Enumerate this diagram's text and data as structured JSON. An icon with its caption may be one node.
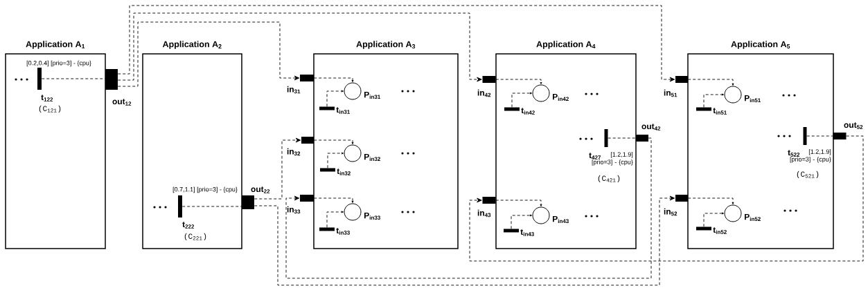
{
  "diagram": {
    "nodes": [
      {
        "text": [
          "Application A$_{1}$"
        ]
      },
      {
        "text": [
          "t$_{122}$"
        ],
        "beside": [
          "[0.2,0.4] [prio=3] - {cpu}",
          "(C$_{121}$)"
        ],
        "in": 0
      },
      {
        "text": [
          "out$_{12}$"
        ]
      },
      {
        "text": [
          "Application A$_{2}$"
        ]
      },
      {
        "text": [
          "t$_{222}$"
        ],
        "beside": [
          "[0.7,1.1] [prio=3] - {cpu}",
          "(C$_{221}$)"
        ],
        "in": 3
      },
      {
        "text": [
          "out$_{22}$"
        ]
      },
      {
        "text": [
          "Application A$_{3}$"
        ]
      },
      {
        "text": [
          "in$_{31}$"
        ]
      },
      {
        "text": [
          "P$_{in31}$"
        ],
        "in": 6
      },
      {
        "text": [
          "t$_{in31}$"
        ],
        "in": 6
      },
      {
        "text": [
          "in$_{32}$"
        ]
      },
      {
        "text": [
          "P$_{in32}$"
        ],
        "in": 6
      },
      {
        "text": [
          "t$_{in32}$"
        ],
        "in": 6
      },
      {
        "text": [
          "in$_{33}$"
        ]
      },
      {
        "text": [
          "P$_{in33}$"
        ],
        "in": 6
      },
      {
        "text": [
          "t$_{in33}$"
        ],
        "in": 6
      },
      {
        "text": [
          "Application A$_{4}$"
        ]
      },
      {
        "text": [
          "in$_{42}$"
        ]
      },
      {
        "text": [
          "P$_{in42}$"
        ],
        "in": 16
      },
      {
        "text": [
          "t$_{in42}$"
        ],
        "in": 16
      },
      {
        "text": [
          "t$_{427}$"
        ],
        "beside": [
          "[1.2,1.9] [prio=3] - {cpu}",
          "(C$_{421}$)"
        ],
        "in": 16
      },
      {
        "text": [
          "out$_{42}$"
        ]
      },
      {
        "text": [
          "in$_{43}$"
        ]
      },
      {
        "text": [
          "P$_{in43}$"
        ],
        "in": 16
      },
      {
        "text": [
          "t$_{in43}$"
        ],
        "in": 16
      },
      {
        "text": [
          "Application A$_{5}$"
        ]
      },
      {
        "text": [
          "in$_{51}$"
        ]
      },
      {
        "text": [
          "P$_{in51}$"
        ],
        "in": 25
      },
      {
        "text": [
          "t$_{in51}$"
        ],
        "in": 25
      },
      {
        "text": [
          "t$_{522}$"
        ],
        "beside": [
          "[1.2,1.9] [prio=3] - {cpu}",
          "(C$_{521}$)"
        ],
        "in": 25
      },
      {
        "text": [
          "out$_{52}$"
        ]
      },
      {
        "text": [
          "in$_{52}$"
        ]
      },
      {
        "text": [
          "P$_{in52}$"
        ],
        "in": 25
      },
      {
        "text": [
          "t$_{in52}$"
        ],
        "in": 25
      }
    ],
    "edges": [
      {
        "from": 1,
        "to": 2,
        "arrow": "none",
        "style": "dashed"
      },
      {
        "from": 4,
        "to": 5,
        "arrow": "none",
        "style": "dashed"
      },
      {
        "from": 2,
        "to": 7,
        "arrow": "to",
        "style": "dashed"
      },
      {
        "from": 2,
        "to": 17,
        "arrow": "to",
        "style": "dashed"
      },
      {
        "from": 2,
        "to": 26,
        "arrow": "to",
        "style": "dashed"
      },
      {
        "from": 5,
        "to": 10,
        "arrow": "to",
        "style": "dashed"
      },
      {
        "from": 5,
        "to": 31,
        "arrow": "to",
        "style": "dashed"
      },
      {
        "from": 21,
        "to": 13,
        "arrow": "to",
        "style": "dashed"
      },
      {
        "from": 30,
        "to": 22,
        "arrow": "to",
        "style": "dashed"
      },
      {
        "from": 7,
        "to": 8,
        "arrow": "to",
        "style": "dashed"
      },
      {
        "from": 9,
        "to": 8,
        "arrow": "to",
        "style": "dashed"
      },
      {
        "from": 10,
        "to": 11,
        "arrow": "to",
        "style": "dashed"
      },
      {
        "from": 12,
        "to": 11,
        "arrow": "to",
        "style": "dashed"
      },
      {
        "from": 13,
        "to": 14,
        "arrow": "to",
        "style": "dashed"
      },
      {
        "from": 15,
        "to": 14,
        "arrow": "to",
        "style": "dashed"
      },
      {
        "from": 17,
        "to": 18,
        "arrow": "to",
        "style": "dashed"
      },
      {
        "from": 19,
        "to": 18,
        "arrow": "to",
        "style": "dashed"
      },
      {
        "from": 20,
        "to": 21,
        "arrow": "none",
        "style": "dashed"
      },
      {
        "from": 22,
        "to": 23,
        "arrow": "to",
        "style": "dashed"
      },
      {
        "from": 24,
        "to": 23,
        "arrow": "to",
        "style": "dashed"
      },
      {
        "from": 26,
        "to": 27,
        "arrow": "to",
        "style": "dashed"
      },
      {
        "from": 28,
        "to": 27,
        "arrow": "to",
        "style": "dashed"
      },
      {
        "from": 29,
        "to": 30,
        "arrow": "none",
        "style": "dashed"
      },
      {
        "from": 31,
        "to": 32,
        "arrow": "to",
        "style": "dashed"
      },
      {
        "from": 33,
        "to": 32,
        "arrow": "to",
        "style": "dashed"
      }
    ]
  }
}
